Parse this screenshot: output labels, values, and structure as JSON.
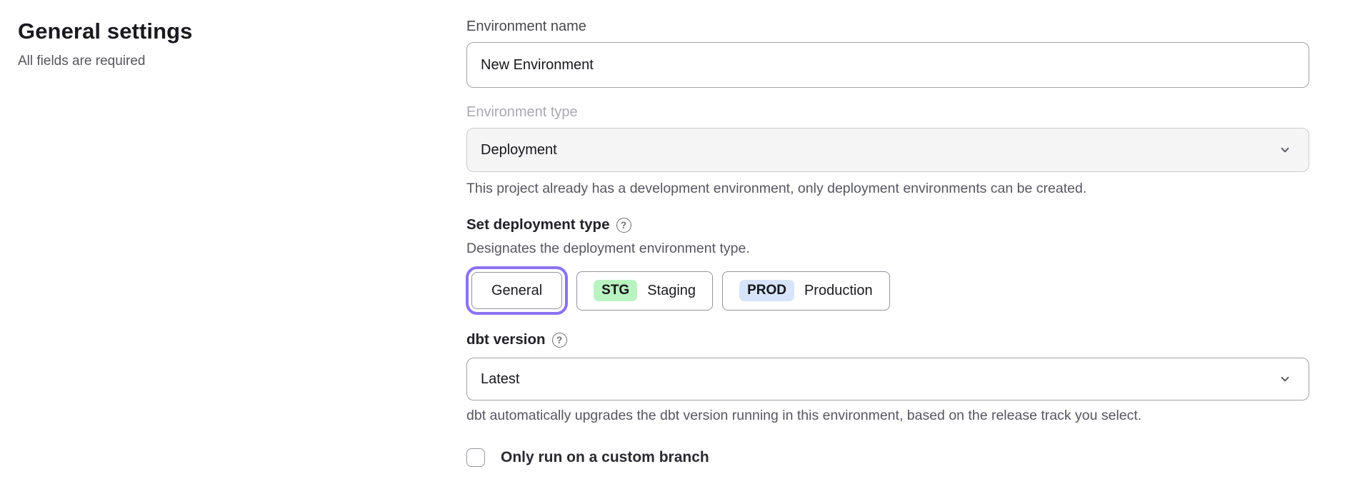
{
  "page": {
    "title": "General settings",
    "subtitle": "All fields are required"
  },
  "form": {
    "environment_name": {
      "label": "Environment name",
      "value": "New Environment"
    },
    "environment_type": {
      "label": "Environment type",
      "value": "Deployment",
      "disabled": true,
      "helper": "This project already has a development environment, only deployment environments can be created."
    },
    "deployment_type": {
      "label": "Set deployment type",
      "description": "Designates the deployment environment type.",
      "options": [
        {
          "label": "General",
          "badge": "",
          "selected": true
        },
        {
          "label": "Staging",
          "badge": "STG",
          "badge_color": "#b9f3c1",
          "selected": false
        },
        {
          "label": "Production",
          "badge": "PROD",
          "badge_color": "#d7e4fb",
          "selected": false
        }
      ]
    },
    "dbt_version": {
      "label": "dbt version",
      "value": "Latest",
      "helper": "dbt automatically upgrades the dbt version running in this environment, based on the release track you select."
    },
    "custom_branch": {
      "label": "Only run on a custom branch",
      "checked": false
    }
  },
  "icons": {
    "help": "?",
    "chevron_down": "chevron-down"
  },
  "colors": {
    "accent_ring": "#8a72f2",
    "stg_badge": "#b9f3c1",
    "prod_badge": "#d7e4fb",
    "disabled_field_bg": "#f5f5f6",
    "helper_text": "#565660"
  }
}
